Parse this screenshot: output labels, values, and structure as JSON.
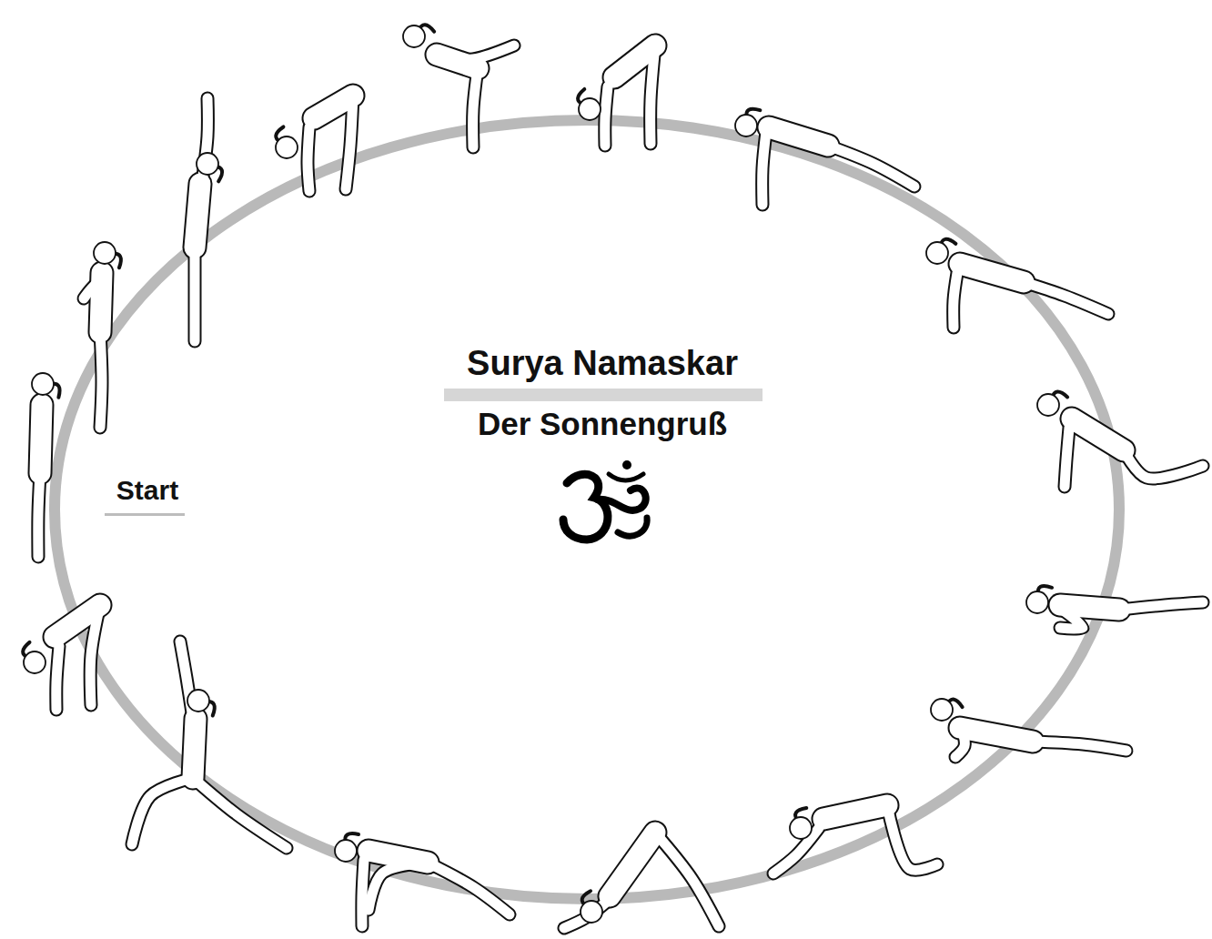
{
  "diagram": {
    "title": "Surya Namaskar",
    "labels": [
      "Der Sonnengruß",
      "Start"
    ]
  }
}
